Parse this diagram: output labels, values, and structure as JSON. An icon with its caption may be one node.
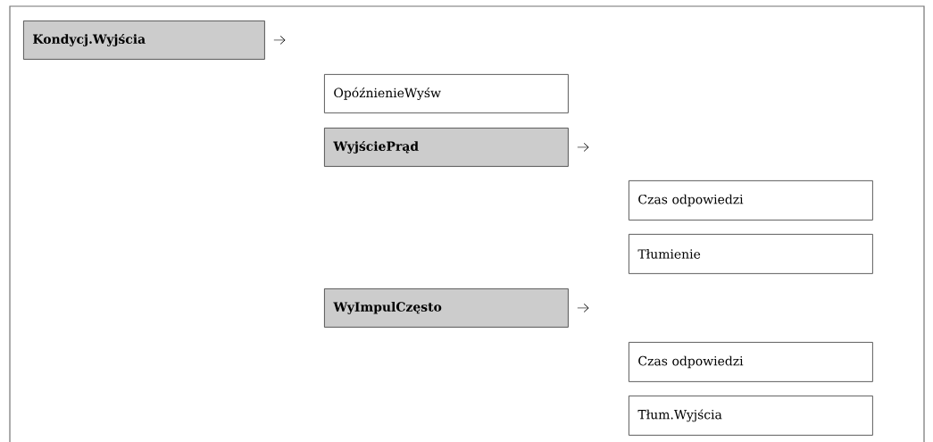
{
  "diagram": {
    "nodes": [
      {
        "text": [
          "Kondycj.Wyjścia"
        ]
      },
      {
        "text": [
          "OpóźnienieWyśw"
        ]
      },
      {
        "text": [
          "WyjściePrąd"
        ]
      },
      {
        "text": [
          "Czas odpowiedzi"
        ]
      },
      {
        "text": [
          "Tłumienie"
        ]
      },
      {
        "text": [
          "WyImpulCzęsto"
        ]
      },
      {
        "text": [
          "Czas odpowiedzi"
        ]
      },
      {
        "text": [
          "Tłum.Wyjścia"
        ]
      }
    ],
    "edges": [
      {
        "from": 0,
        "to": null,
        "arrow": "to"
      },
      {
        "from": 2,
        "to": null,
        "arrow": "to"
      },
      {
        "from": 5,
        "to": null,
        "arrow": "to"
      }
    ]
  }
}
